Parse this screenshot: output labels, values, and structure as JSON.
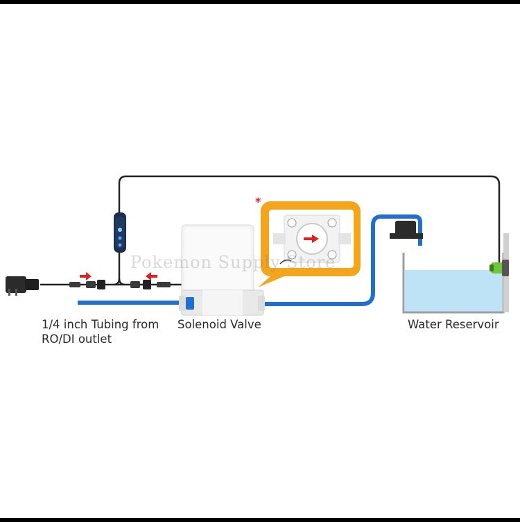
{
  "labels": {
    "tubing": "1/4 inch Tubing from RO/DI outlet",
    "valve": "Solenoid Valve",
    "reservoir": "Water Reservoir"
  },
  "inset_marker": "*",
  "watermark": "Pokemon Supply Store",
  "colors": {
    "tubing_blue": "#1f6fd0",
    "cable": "#222222",
    "flow_arrow": "#e02020",
    "inset_frame": "#f4a51c",
    "water": "#bfe3f6",
    "sensor_green": "#6ec43a"
  },
  "icons": {
    "power_adapter": "power-adapter-icon",
    "controller": "controller-icon",
    "solenoid_valve": "solenoid-valve-icon",
    "float_sensor": "float-sensor-icon"
  }
}
